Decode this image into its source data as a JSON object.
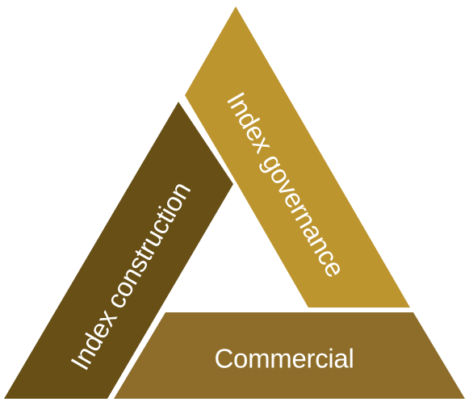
{
  "diagram": {
    "segments": [
      {
        "id": "governance",
        "label": "Index governance",
        "color": "#BD952F"
      },
      {
        "id": "construction",
        "label": "Index construction",
        "color": "#684F16"
      },
      {
        "id": "commercial",
        "label": "Commercial",
        "color": "#8E6D2A"
      }
    ]
  }
}
